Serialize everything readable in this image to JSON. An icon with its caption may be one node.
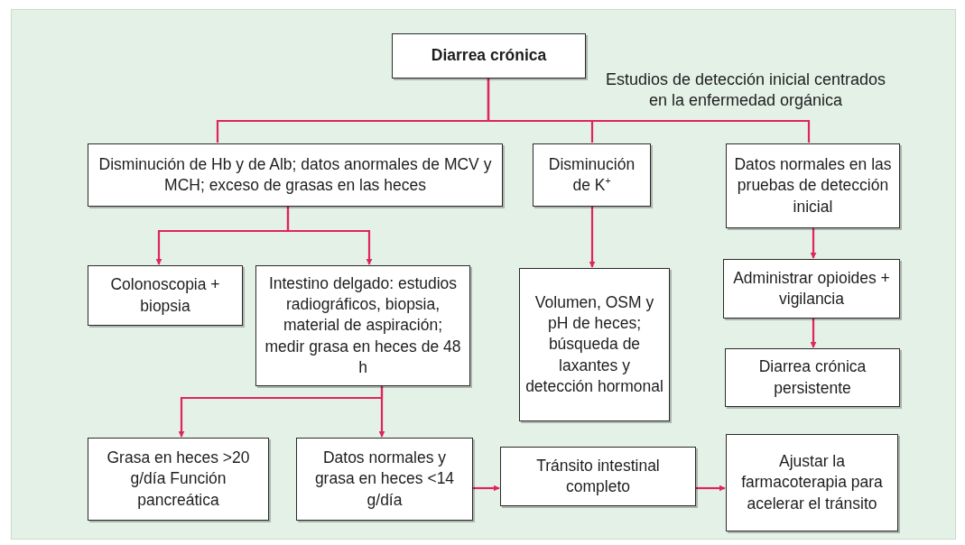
{
  "diagram": {
    "nodes": [
      {
        "text": [
          "Diarrea crónica"
        ]
      },
      {
        "text": [
          "Disminución de Hb y de Alb; datos anormales de MCV y MCH; exceso de grasas en las heces"
        ]
      },
      {
        "text": [
          "Disminución de K$^{+}$"
        ]
      },
      {
        "text": [
          "Datos normales en las pruebas de detección inicial"
        ]
      },
      {
        "text": [
          "Colonoscopia + biopsia"
        ]
      },
      {
        "text": [
          "Intestino delgado: estudios radiográficos, biopsia, material de aspiración; medir grasa en heces de 48 h"
        ]
      },
      {
        "text": [
          "Volumen, OSM y pH de heces; búsqueda de laxantes y detección hormonal"
        ]
      },
      {
        "text": [
          "Administrar opioides + vigilancia"
        ]
      },
      {
        "text": [
          "Diarrea crónica persistente"
        ]
      },
      {
        "text": [
          "Grasa en heces >20 g/día Función pancreática"
        ]
      },
      {
        "text": [
          "Datos normales y grasa en heces <14 g/día"
        ]
      },
      {
        "text": [
          "Tránsito intestinal completo"
        ]
      },
      {
        "text": [
          "Ajustar la farmacoterapia para acelerar el tránsito"
        ]
      }
    ],
    "edges": [
      {
        "from": 0,
        "to": 1,
        "arrow": "none"
      },
      {
        "from": 0,
        "to": 2,
        "arrow": "none"
      },
      {
        "from": 0,
        "to": 3,
        "arrow": "none"
      },
      {
        "from": 1,
        "to": 4,
        "arrow": "to"
      },
      {
        "from": 1,
        "to": 5,
        "arrow": "to"
      },
      {
        "from": 2,
        "to": 6,
        "arrow": "to"
      },
      {
        "from": 3,
        "to": 7,
        "arrow": "to"
      },
      {
        "from": 7,
        "to": 8,
        "arrow": "to"
      },
      {
        "from": 5,
        "to": 9,
        "arrow": "to"
      },
      {
        "from": 5,
        "to": 10,
        "arrow": "to"
      },
      {
        "from": 10,
        "to": 11,
        "arrow": "to"
      },
      {
        "from": 11,
        "to": 12,
        "arrow": "to"
      }
    ],
    "labels": [
      "Estudios de detección inicial centrados en la enfermedad orgánica"
    ]
  }
}
